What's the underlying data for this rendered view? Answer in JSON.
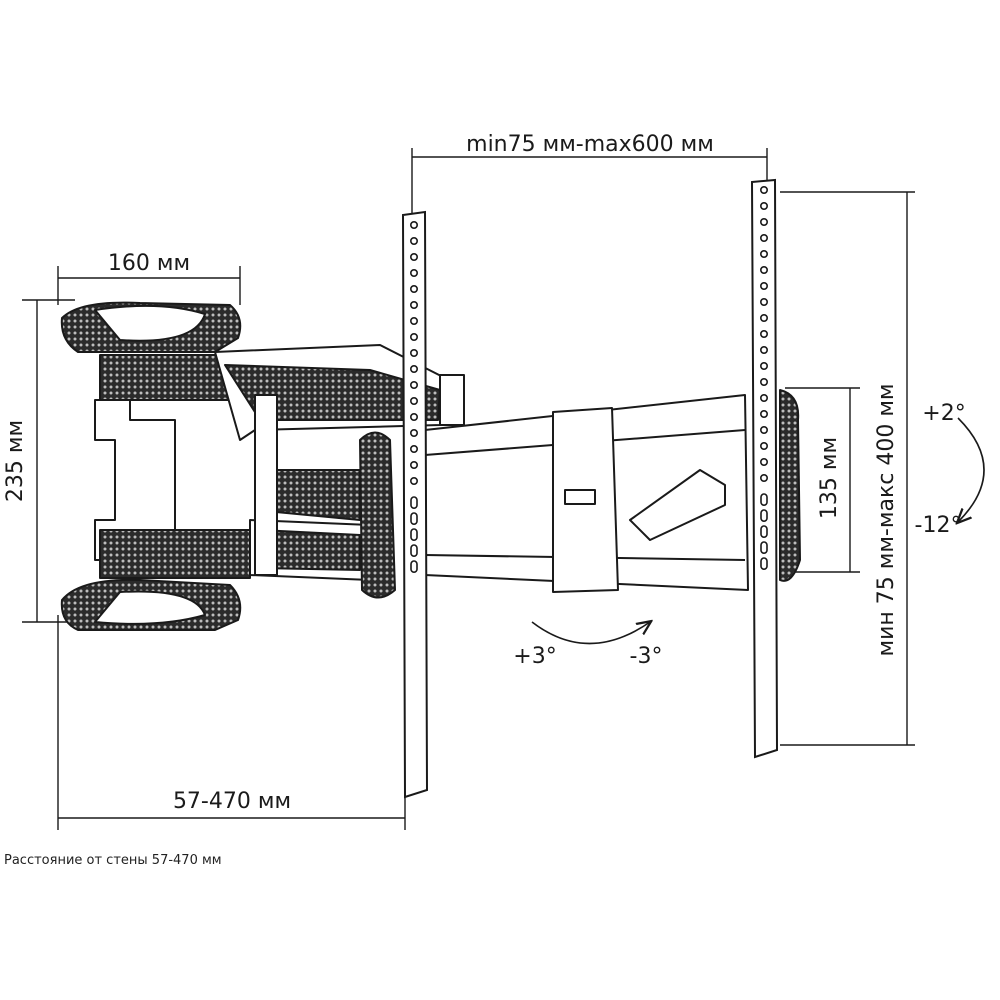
{
  "diagram": {
    "dims": {
      "top_width": "min75 мм-max600 мм",
      "arm_width": "160 мм",
      "wall_height": "235 мм",
      "distance": "57-470 мм",
      "bracket_height": "135 мм",
      "vertical_range": "мин 75 мм-макс 400 мм",
      "tilt_up": "+2°",
      "tilt_down": "-12°",
      "swivel_left": "+3°",
      "swivel_right": "-3°"
    },
    "caption": "Расстояние от стены 57-470 мм",
    "colors": {
      "ink": "#1a1a1a",
      "texture": "#3a3a3a",
      "paper": "#ffffff"
    }
  }
}
